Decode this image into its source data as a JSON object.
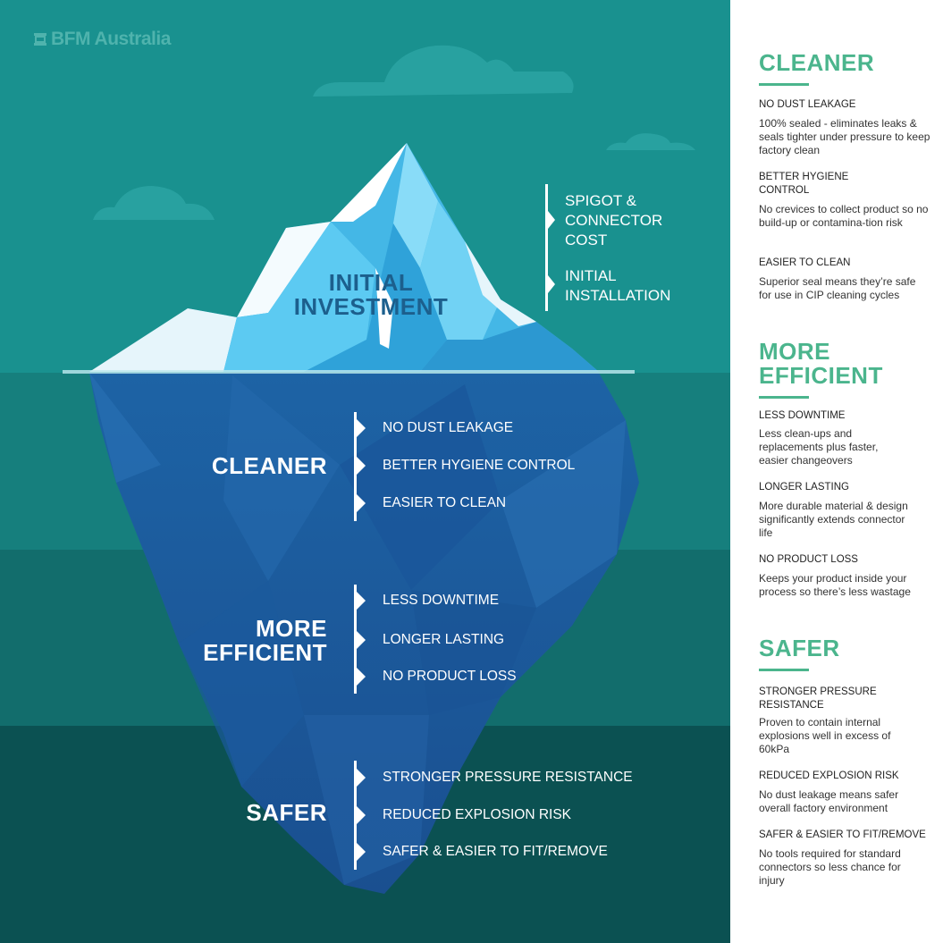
{
  "logo": {
    "text": "BFM Australia",
    "icon": "bfm-logo-icon"
  },
  "colors": {
    "sky": "#19918f",
    "sea_1": "#167f7d",
    "sea_2": "#126d6c",
    "sea_3": "#0b5152",
    "iceberg_top": "#4fc6ef",
    "iceberg_bottom": "#1f5ea0",
    "accent_green": "#4bb58d"
  },
  "iceberg": {
    "tip_label": [
      "INITIAL",
      "INVESTMENT"
    ],
    "tip_bullets": [
      "SPIGOT & CONNECTOR COST",
      "INITIAL INSTALLATION"
    ],
    "layers": [
      {
        "label": [
          "CLEANER"
        ],
        "bullets": [
          "NO DUST LEAKAGE",
          "BETTER HYGIENE CONTROL",
          "EASIER TO CLEAN"
        ]
      },
      {
        "label": [
          "MORE",
          "EFFICIENT"
        ],
        "bullets": [
          "LESS DOWNTIME",
          "LONGER LASTING",
          "NO PRODUCT LOSS"
        ]
      },
      {
        "label": [
          "SAFER"
        ],
        "bullets": [
          "STRONGER PRESSURE RESISTANCE",
          "REDUCED EXPLOSION RISK",
          "SAFER & EASIER TO FIT/REMOVE"
        ]
      }
    ]
  },
  "panel": {
    "sections": [
      {
        "heading": "CLEANER",
        "items": [
          {
            "title": "NO DUST LEAKAGE",
            "desc": "100% sealed -  eliminates leaks & seals tighter under pressure to keep factory clean"
          },
          {
            "title": "BETTER HYGIENE CONTROL",
            "desc": "No crevices to collect product so no build-up or contamina-tion risk"
          },
          {
            "title": "EASIER TO CLEAN",
            "desc": "Superior seal means they’re safe for use in CIP cleaning cycles"
          }
        ]
      },
      {
        "heading": "MORE EFFICIENT",
        "items": [
          {
            "title": "LESS DOWNTIME",
            "desc": "Less clean-ups and replacements plus faster, easier changeovers"
          },
          {
            "title": "LONGER LASTING",
            "desc": "More durable material & design significantly extends connector life"
          },
          {
            "title": "NO PRODUCT LOSS",
            "desc": "Keeps your product inside your process so there’s less wastage"
          }
        ]
      },
      {
        "heading": "SAFER",
        "items": [
          {
            "title": "STRONGER PRESSURE RESISTANCE",
            "desc": "Proven to contain internal explosions well in excess of 60kPa"
          },
          {
            "title": "REDUCED EXPLOSION RISK",
            "desc": "No dust leakage means safer overall factory environment"
          },
          {
            "title": "SAFER & EASIER TO FIT/REMOVE",
            "desc": "No tools required for standard connectors so less chance for injury"
          }
        ]
      }
    ]
  }
}
